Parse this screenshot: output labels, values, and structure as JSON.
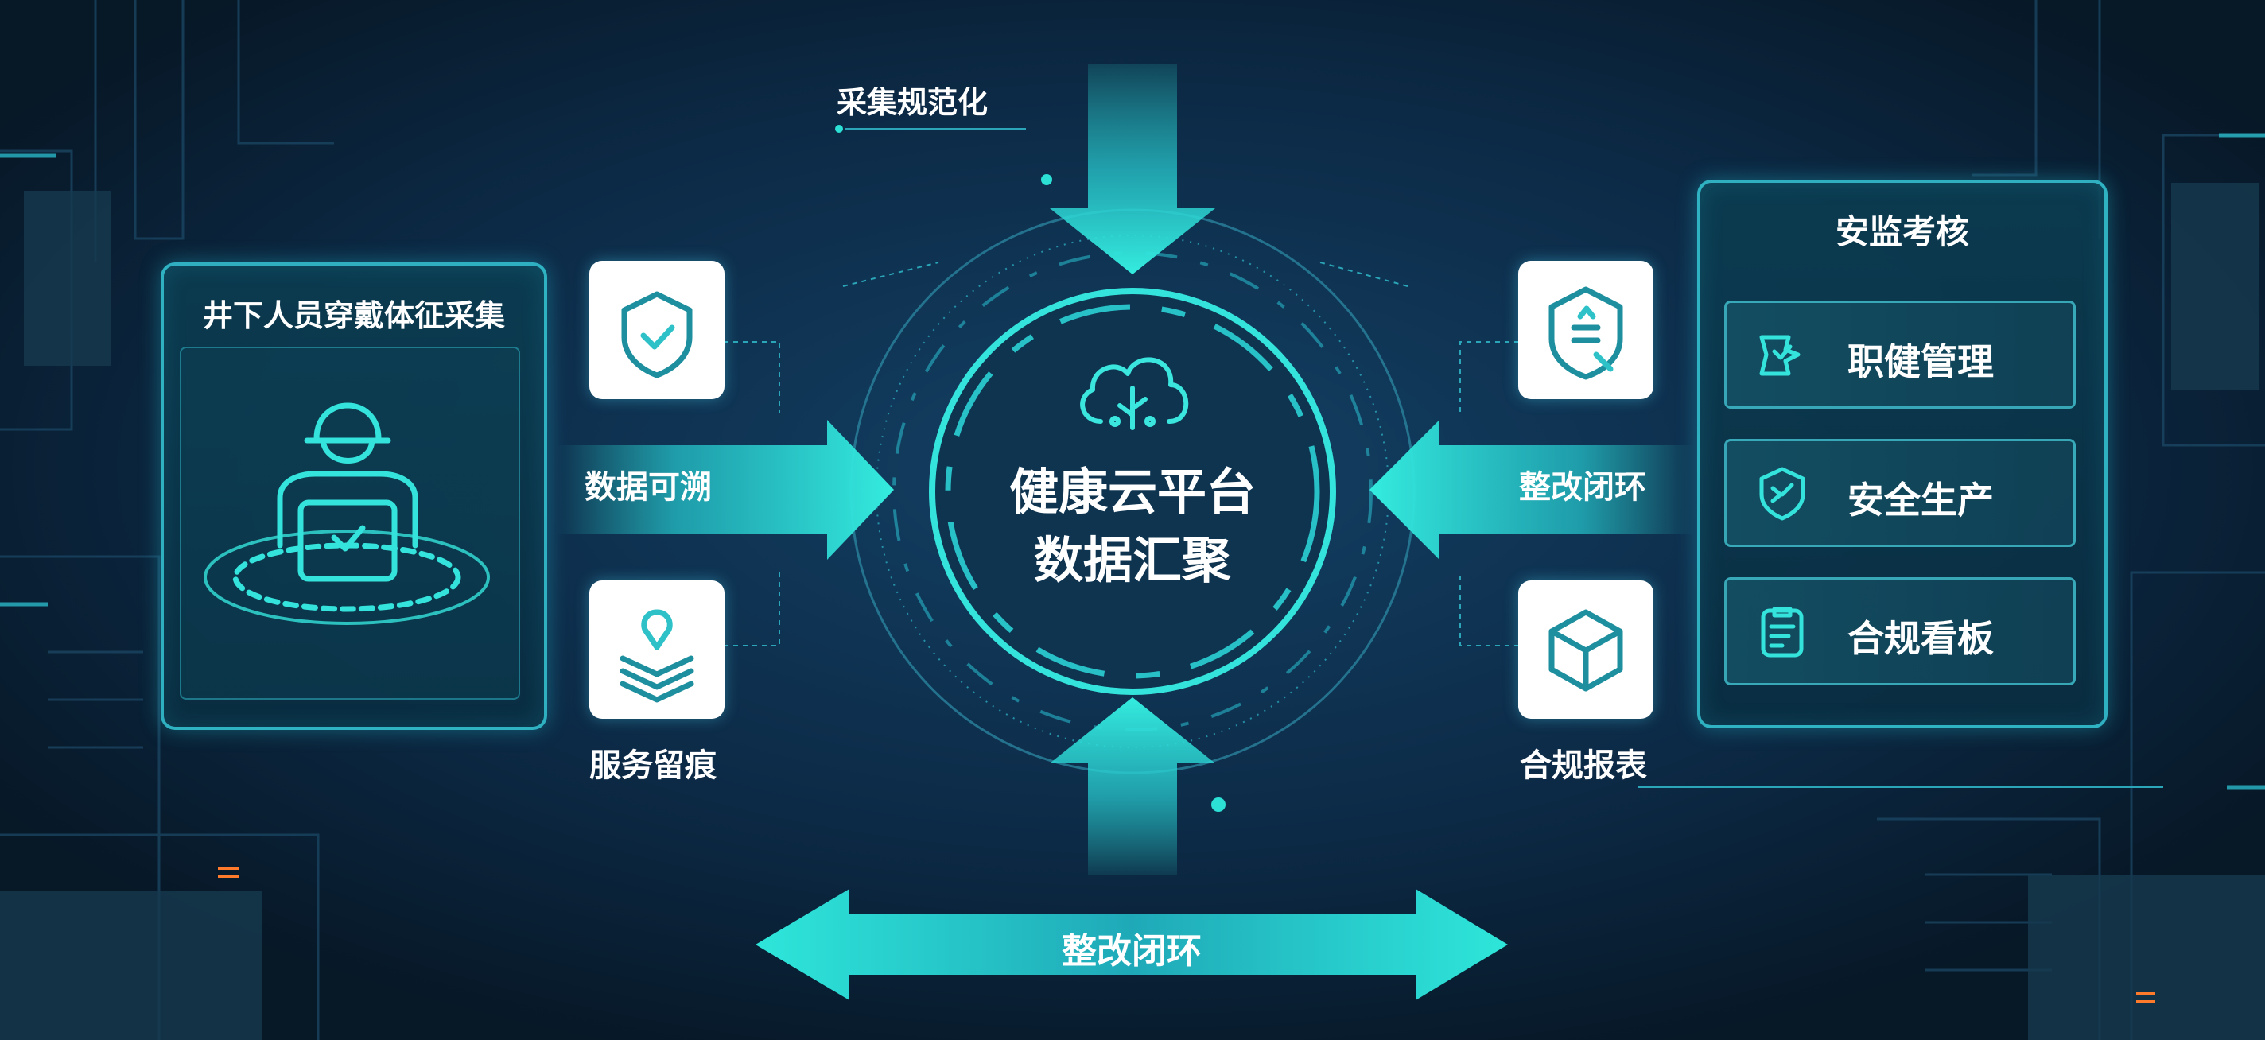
{
  "center": {
    "line1": "健康云平台",
    "line2": "数据汇聚"
  },
  "top_label": "采集规范化",
  "left_panel": {
    "title": "井下人员穿戴体征采集",
    "icon": "worker-laptop-icon"
  },
  "left_cards": [
    {
      "icon": "shield-check-icon",
      "label": "数据可溯"
    },
    {
      "icon": "layers-pin-icon",
      "label": "服务留痕"
    }
  ],
  "right_cards": [
    {
      "icon": "shield-document-icon",
      "label": "整改闭环"
    },
    {
      "icon": "cube-icon",
      "label": "合规报表"
    }
  ],
  "right_panel": {
    "title": "安监考核",
    "items": [
      {
        "icon": "occupational-health-icon",
        "label": "职健管理"
      },
      {
        "icon": "safety-shield-icon",
        "label": "安全生产"
      },
      {
        "icon": "clipboard-icon",
        "label": "合规看板"
      }
    ]
  },
  "bottom_label": "整改闭环",
  "colors": {
    "background": "#0a2238",
    "accent": "#2de0d6",
    "panel_border": "#36c8d7",
    "text": "#ffffff"
  }
}
